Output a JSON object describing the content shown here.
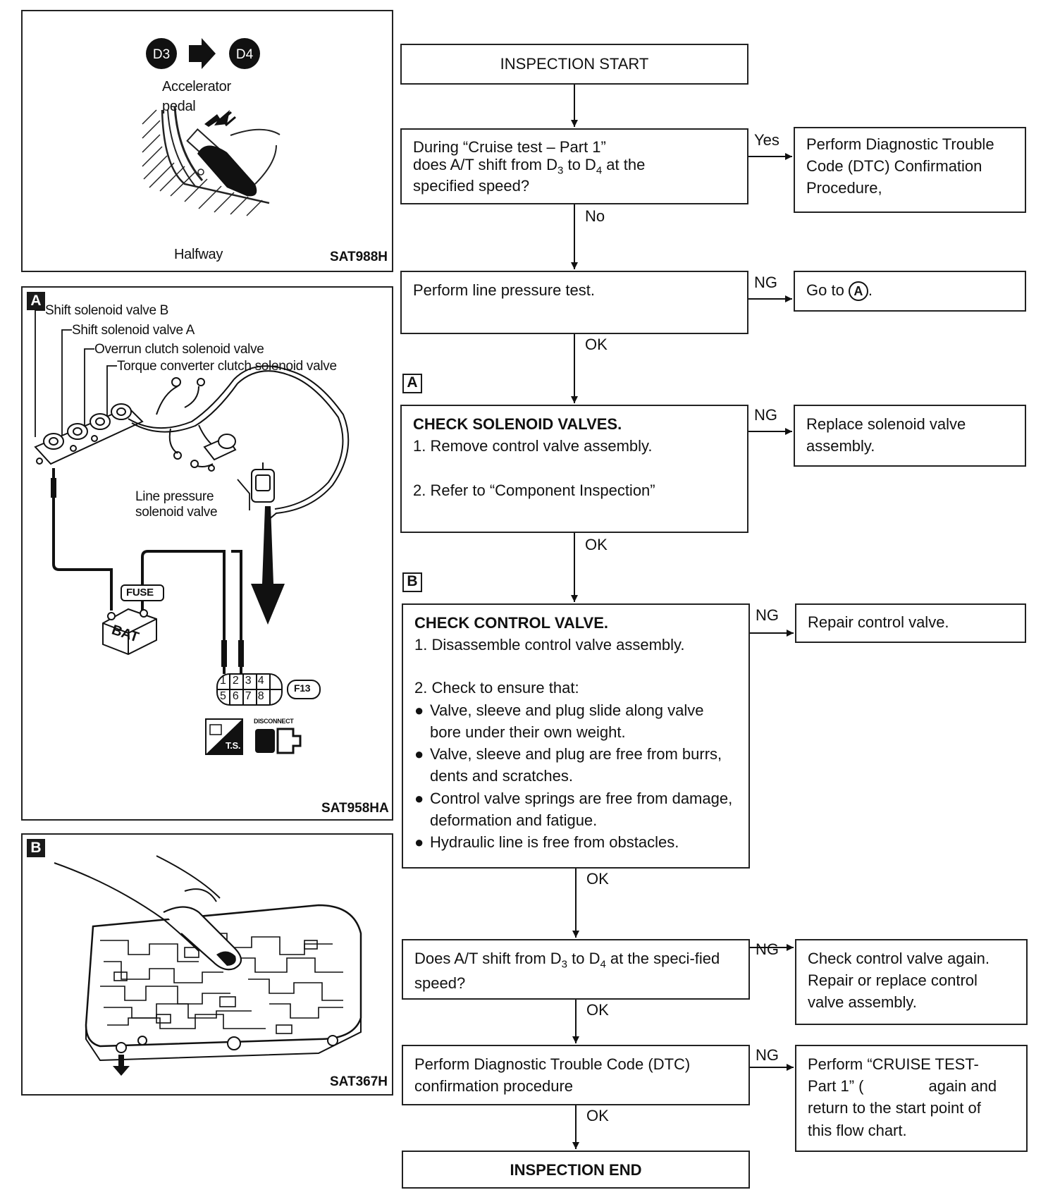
{
  "panels": {
    "pedal": {
      "code": "SAT988H",
      "shift_from": "D3",
      "shift_to": "D4",
      "pedal_label_line1": "Accelerator",
      "pedal_label_line2": "pedal",
      "position_label": "Halfway"
    },
    "solenoid": {
      "tag": "A",
      "code": "SAT958HA",
      "callouts": [
        "Shift solenoid valve B",
        "Shift solenoid valve A",
        "Overrun clutch solenoid valve",
        "Torque converter clutch solenoid valve"
      ],
      "line_pressure_line1": "Line pressure",
      "line_pressure_line2": "solenoid valve",
      "fuse_label": "FUSE",
      "battery_label": "BAT",
      "connector_code": "F13",
      "pins_top": [
        "1",
        "2",
        "3",
        "4"
      ],
      "pins_bottom": [
        "5",
        "6",
        "7",
        "8"
      ],
      "ts_label": "T.S.",
      "disconnect_label": "DISCONNECT"
    },
    "control_valve": {
      "tag": "B",
      "code": "SAT367H"
    }
  },
  "flow": {
    "start": "INSPECTION START",
    "q1_line1": "During “Cruise test – Part 1”",
    "q1_line2_pre": "does A/T shift from D",
    "q1_sub_a": "3",
    "q1_mid": " to D",
    "q1_sub_b": "4",
    "q1_post": " at the",
    "q1_line3": "specified speed?",
    "yes_label": "Yes",
    "yes_result": "Perform Diagnostic Trouble Code (DTC) Confirmation Procedure,",
    "no_label": "No",
    "line_pressure": "Perform line pressure test.",
    "ng_label": "NG",
    "ok_label": "OK",
    "goto_pre": "Go to ",
    "goto_ref": "A",
    "goto_post": ".",
    "step_a_tag": "A",
    "check_solenoid_title": "CHECK SOLENOID VALVES.",
    "check_solenoid_1": "1. Remove control valve assembly.",
    "check_solenoid_2": "2. Refer to “Component Inspection”",
    "replace_solenoid": "Replace solenoid valve assembly.",
    "step_b_tag": "B",
    "check_control_title": "CHECK CONTROL VALVE.",
    "check_control_1": "1. Disassemble control valve assembly.",
    "check_control_2": "2. Check to ensure that:",
    "check_control_bullets": [
      "Valve, sleeve and plug slide along valve bore under their own weight.",
      "Valve, sleeve and plug are free from burrs, dents and scratches.",
      "Control valve springs are free from damage, deformation and fatigue.",
      "Hydraulic line is free from obstacles."
    ],
    "repair_control": "Repair control valve.",
    "q2_pre": "Does A/T shift from D",
    "q2_sub_a": "3",
    "q2_mid": " to D",
    "q2_sub_b": "4",
    "q2_post": " at the speci-fied speed?",
    "recheck": "Check control valve again. Repair or replace control valve assembly.",
    "dtc_confirm": "Perform Diagnostic Trouble Code (DTC) confirmation procedure",
    "cruise_again_line1": "Perform “CRUISE TEST-",
    "cruise_again_line2a": "Part 1” (",
    "cruise_again_line2b": "again and",
    "cruise_again_line3": "return to the start point of",
    "cruise_again_line4": "this flow chart.",
    "end": "INSPECTION END"
  }
}
